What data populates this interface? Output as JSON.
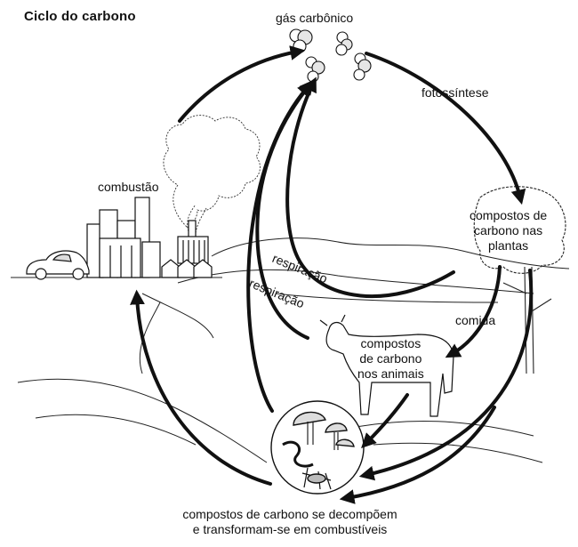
{
  "title": "Ciclo do carbono",
  "labels": {
    "co2": "gás carbônico",
    "fotossintese": "fotossíntese",
    "combustao": "combustão",
    "plantas": [
      "compostos de",
      "carbono nas",
      "plantas"
    ],
    "respiracao_1": "respiração",
    "respiracao_2": "respiração",
    "comida": "comida",
    "animais": [
      "compostos",
      "de carbono",
      "nos animais"
    ],
    "decomposicao": [
      "compostos de carbono se decompõem",
      "e transformam-se em combustíveis"
    ]
  },
  "colors": {
    "ink": "#111111",
    "background": "#ffffff"
  }
}
